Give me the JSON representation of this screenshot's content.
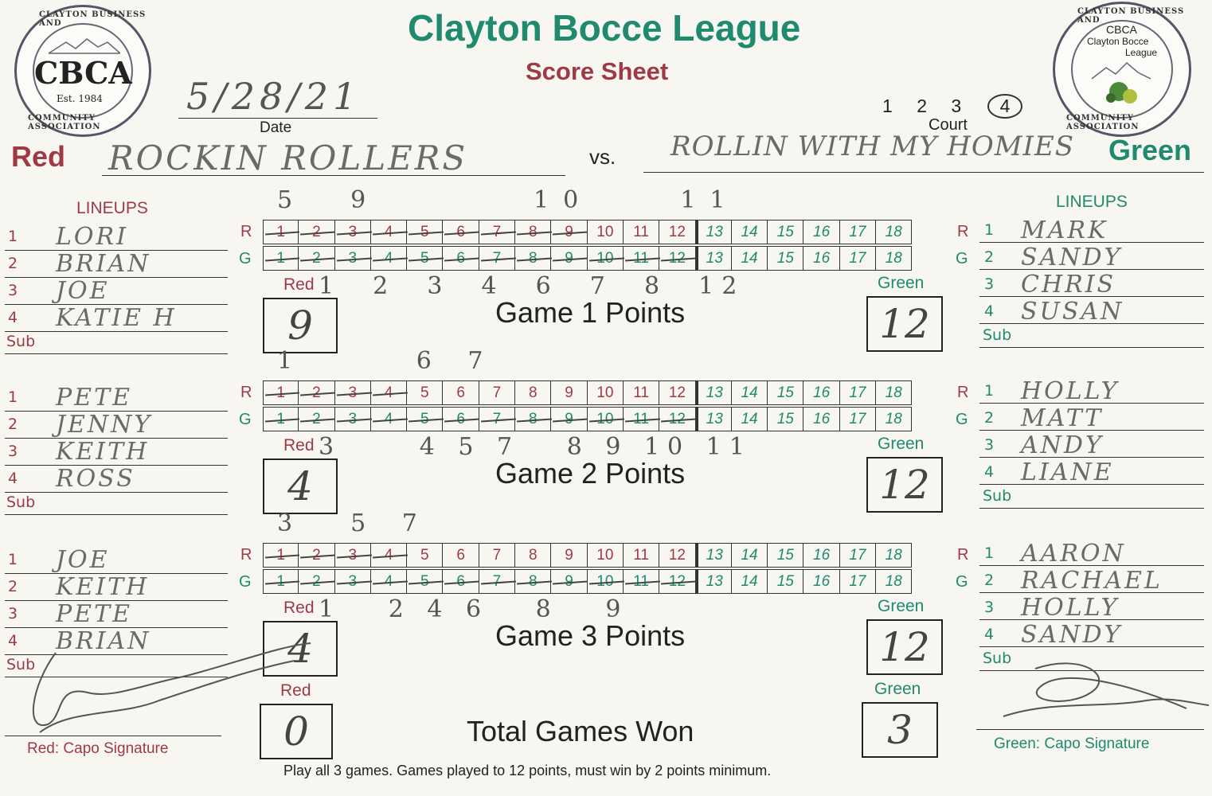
{
  "header": {
    "title": "Clayton Bocce League",
    "subtitle": "Score Sheet",
    "date_label": "Date",
    "date_value": "5/28/21",
    "court_label": "Court",
    "court_numbers": [
      "1",
      "2",
      "3",
      "4"
    ],
    "court_selected": "4",
    "vs": "vs.",
    "red_label": "Red",
    "green_label": "Green",
    "red_team": "ROCKIN ROLLERS",
    "green_team": "ROLLIN WITH MY HOMIES"
  },
  "logo_left": {
    "abbr": "CBCA",
    "est": "Est. 1984",
    "ring_top": "CLAYTON BUSINESS AND",
    "ring_bottom": "COMMUNITY ASSOCIATION"
  },
  "logo_right": {
    "abbr": "CBCA",
    "line1": "Clayton Bocce",
    "line2": "League",
    "ring_top": "CLAYTON BUSINESS AND",
    "ring_bottom": "COMMUNITY ASSOCIATION"
  },
  "lineups_label": "LINEUPS",
  "sub_label": "Sub",
  "row_r": "R",
  "row_g": "G",
  "box_red": "Red",
  "box_green": "Green",
  "games": [
    {
      "label": "Game 1 Points",
      "red_lineup": [
        "LORI",
        "BRIAN",
        "JOE",
        "KATIE H"
      ],
      "green_lineup": [
        "MARK",
        "SANDY",
        "CHRIS",
        "SUSAN"
      ],
      "red_points": "9",
      "green_points": "12",
      "red_marks": "5  9       10    11",
      "green_marks": "1  2  3  4  6  7  8  12",
      "red_struck": 9,
      "green_struck": 12
    },
    {
      "label": "Game 2 Points",
      "red_lineup": [
        "PETE",
        "JENNY",
        "KEITH",
        "ROSS"
      ],
      "green_lineup": [
        "HOLLY",
        "MATT",
        "ANDY",
        "LIANE"
      ],
      "red_points": "4",
      "green_points": "12",
      "red_marks": "1     6 7",
      "green_marks": "3     4 5 7   8 9 10 11",
      "red_struck": 4,
      "green_struck": 12
    },
    {
      "label": "Game 3 Points",
      "red_lineup": [
        "JOE",
        "KEITH",
        "PETE",
        "BRIAN"
      ],
      "green_lineup": [
        "AARON",
        "RACHAEL",
        "HOLLY",
        "SANDY"
      ],
      "red_points": "4",
      "green_points": "12",
      "red_marks": "3  5 7",
      "green_marks": "1   2 4 6   8   9",
      "red_struck": 4,
      "green_struck": 12
    }
  ],
  "total": {
    "label": "Total Games Won",
    "red": "0",
    "green": "3"
  },
  "signatures": {
    "red": "Red: Capo Signature",
    "green": "Green: Capo Signature"
  },
  "footer": "Play all 3 games. Games played to 12 points, must win by 2 points minimum."
}
